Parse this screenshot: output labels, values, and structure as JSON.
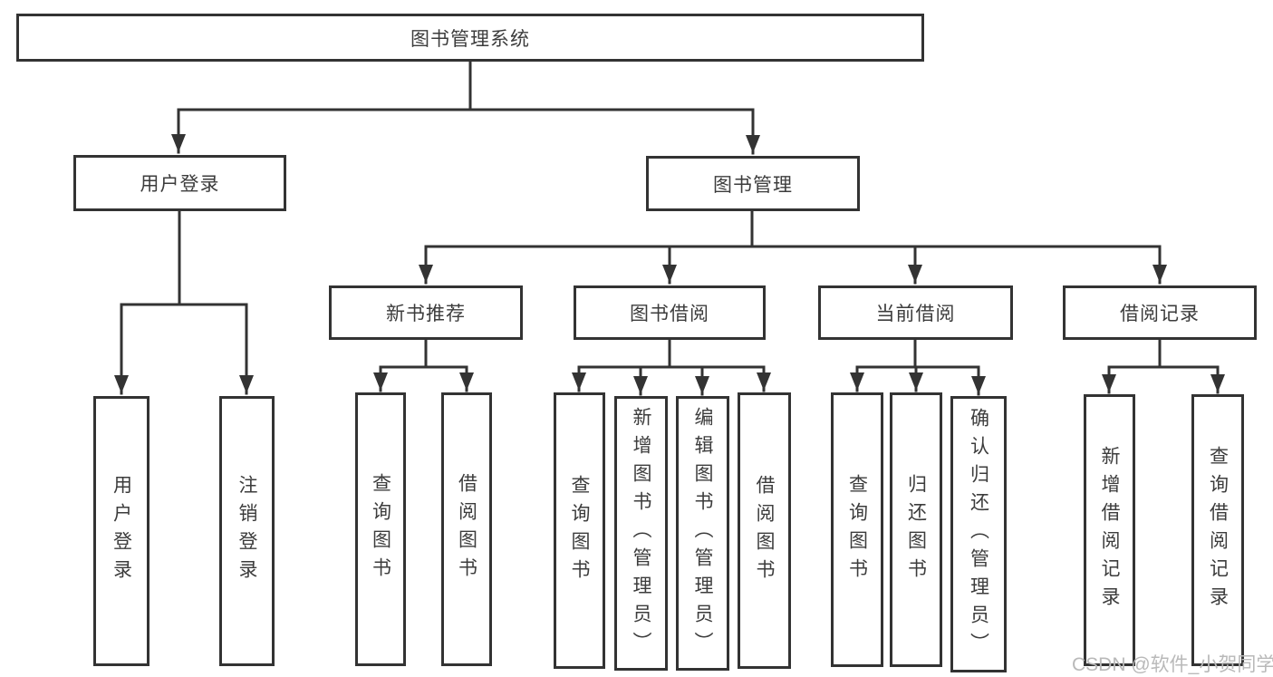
{
  "diagram": {
    "root": {
      "label": "图书管理系统"
    },
    "children": [
      {
        "label": "用户登录",
        "leaves": [
          {
            "label": "用户登录"
          },
          {
            "label": "注销登录"
          }
        ]
      },
      {
        "label": "图书管理",
        "children": [
          {
            "label": "新书推荐",
            "leaves": [
              {
                "label": "查询图书"
              },
              {
                "label": "借阅图书"
              }
            ]
          },
          {
            "label": "图书借阅",
            "leaves": [
              {
                "label": "查询图书"
              },
              {
                "label": "新增图书（管理员）"
              },
              {
                "label": "编辑图书（管理员）"
              },
              {
                "label": "借阅图书"
              }
            ]
          },
          {
            "label": "当前借阅",
            "leaves": [
              {
                "label": "查询图书"
              },
              {
                "label": "归还图书"
              },
              {
                "label": "确认归还（管理员）"
              }
            ]
          },
          {
            "label": "借阅记录",
            "leaves": [
              {
                "label": "新增借阅记录"
              },
              {
                "label": "查询借阅记录"
              }
            ]
          }
        ]
      }
    ]
  },
  "watermark": {
    "text": "CSDN @软件_小贺同学"
  },
  "colors": {
    "line": "#333333",
    "text": "#3c3c3c",
    "watermark": "#b9b9b9",
    "bg": "#ffffff"
  }
}
